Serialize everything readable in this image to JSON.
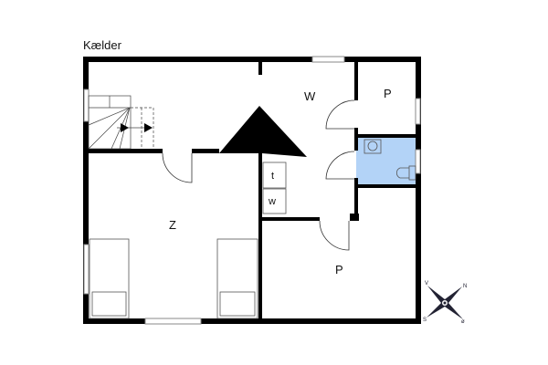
{
  "title": "Kælder",
  "rooms": {
    "main_room": "Z",
    "hall": "W",
    "upper_right": "P",
    "lower_right": "P",
    "appliance_1": "t",
    "appliance_2": "w"
  },
  "compass": {
    "n": "N",
    "s": "S",
    "v": "V",
    "o": "ø"
  },
  "colors": {
    "wall": "#000000",
    "bathroom": "#b3d3f7"
  }
}
